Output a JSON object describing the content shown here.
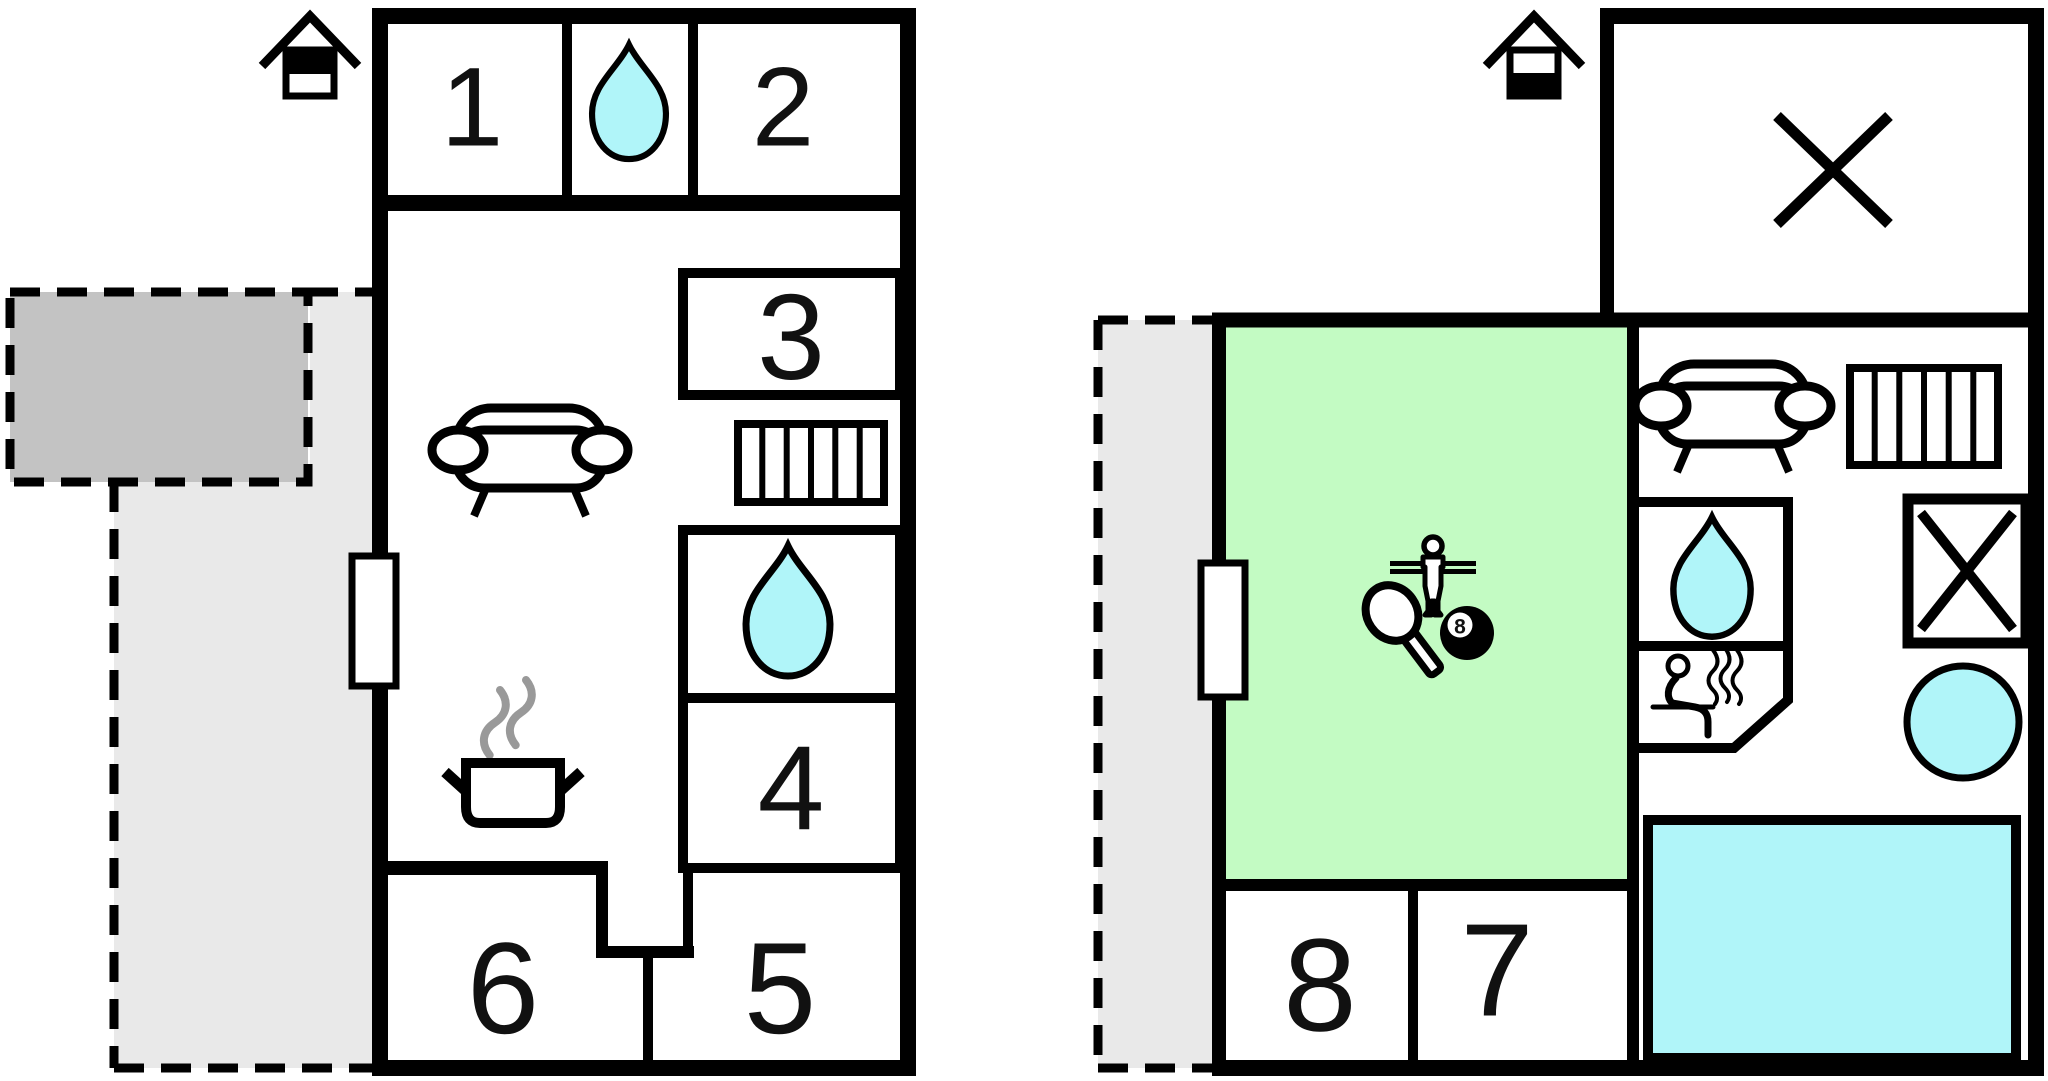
{
  "document": {
    "kind": "vacation-house-floor-plan",
    "plans_count": 2
  },
  "colors": {
    "wall": "#000000",
    "room_fill": "#ffffff",
    "game_room_green": "#c3fbc3",
    "water_cyan": "#b0f5f9",
    "terrace_dark_gray": "#c3c3c3",
    "terrace_light_gray": "#e9e9e9",
    "steam_gray": "#999999",
    "text": "#111111"
  },
  "left_plan": {
    "entrance_icon": "house-entrance-icon-top-half-black",
    "room_numbers": {
      "r1": "1",
      "r2": "2",
      "r3": "3",
      "r4": "4",
      "r5": "5",
      "r6": "6"
    },
    "icons": [
      "water-drop-icon",
      "water-drop-icon",
      "sofa-icon",
      "radiator-icon",
      "cooking-pot-icon",
      "steam-icon",
      "door-opening",
      "terrace-dark-dashed-area",
      "terrace-light-dashed-area"
    ]
  },
  "right_plan": {
    "entrance_icon": "house-entrance-icon-bottom-half-black",
    "room_numbers": {
      "r7": "7",
      "r8": "8"
    },
    "eight_ball_label": "8",
    "icons": [
      "crossed-room-x-icon",
      "foosball-player-icon",
      "table-tennis-paddle-icon",
      "billiard-eight-ball-icon",
      "sofa-icon",
      "radiator-icon",
      "water-drop-icon",
      "sauna-person-icon",
      "crossed-box-icon",
      "hot-tub-icon",
      "swimming-pool",
      "door-opening",
      "terrace-light-dashed-area"
    ]
  }
}
